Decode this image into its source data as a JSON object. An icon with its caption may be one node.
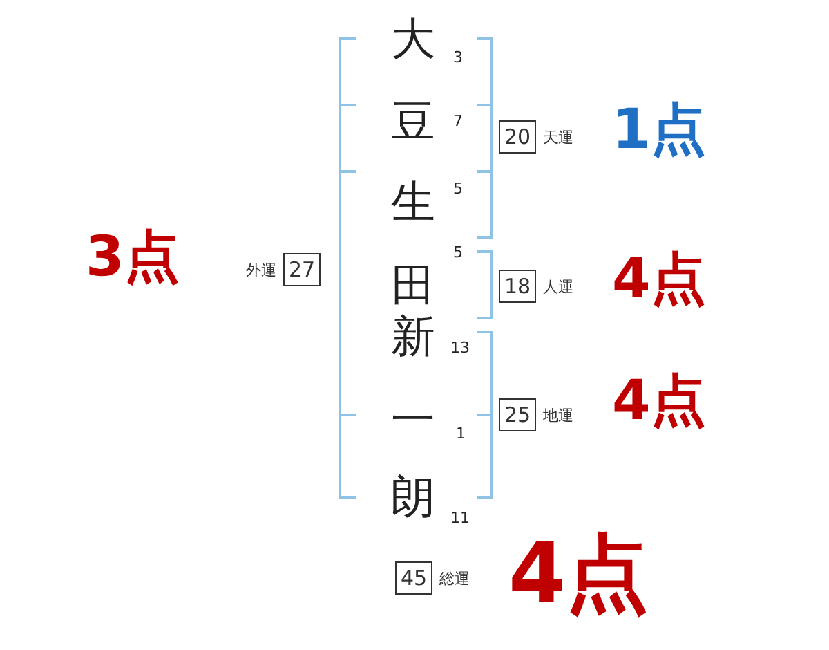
{
  "diagram": {
    "nodes": [
      {
        "text": [
          "20"
        ],
        "beside": [
          "天運"
        ]
      },
      {
        "text": [
          "27"
        ],
        "beside": [
          "外運"
        ]
      },
      {
        "text": [
          "18"
        ],
        "beside": [
          "人運"
        ]
      },
      {
        "text": [
          "25"
        ],
        "beside": [
          "地運"
        ]
      },
      {
        "text": [
          "45"
        ],
        "beside": [
          "総運"
        ]
      }
    ],
    "labels": [
      "大",
      "3",
      "豆",
      "7",
      "生",
      "5",
      "田",
      "5",
      "新",
      "13",
      "一",
      "1",
      "朗",
      "11",
      "1点",
      "3点",
      "4点",
      "4点",
      "4点"
    ]
  }
}
